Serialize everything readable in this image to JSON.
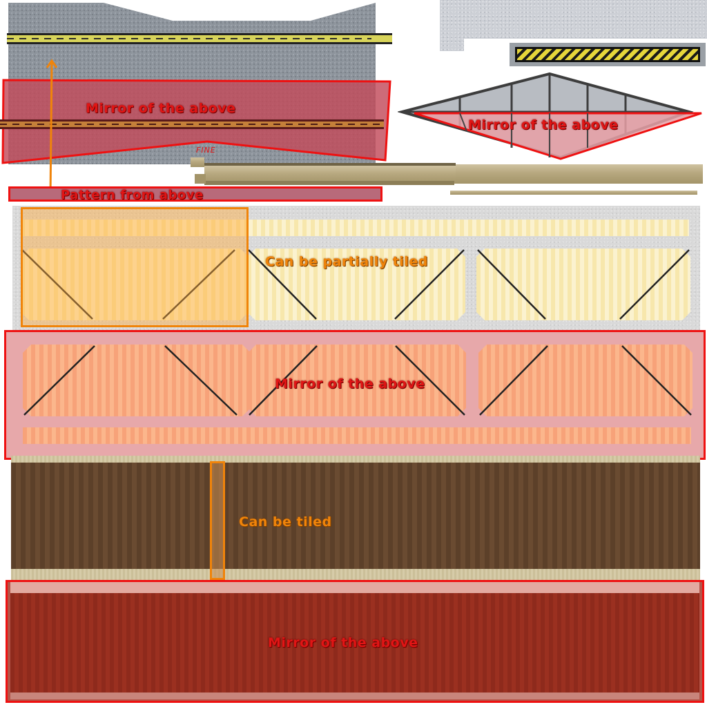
{
  "annotations": {
    "mirror_road": "Mirror of the above",
    "mirror_ramp": "Mirror of the above",
    "pattern_from_above": "Pattern from above",
    "fine_note": "FINE",
    "partially_tiled": "Can be partially tiled",
    "mirror_truss": "Mirror of the above",
    "can_be_tiled": "Can be tiled",
    "mirror_floor": "Mirror of the above"
  },
  "colors": {
    "annotation_red": "#e01515",
    "annotation_orange": "#f0840a",
    "road_line_yellow": "#d8d45a",
    "hazard_yellow": "#e6d63a"
  }
}
